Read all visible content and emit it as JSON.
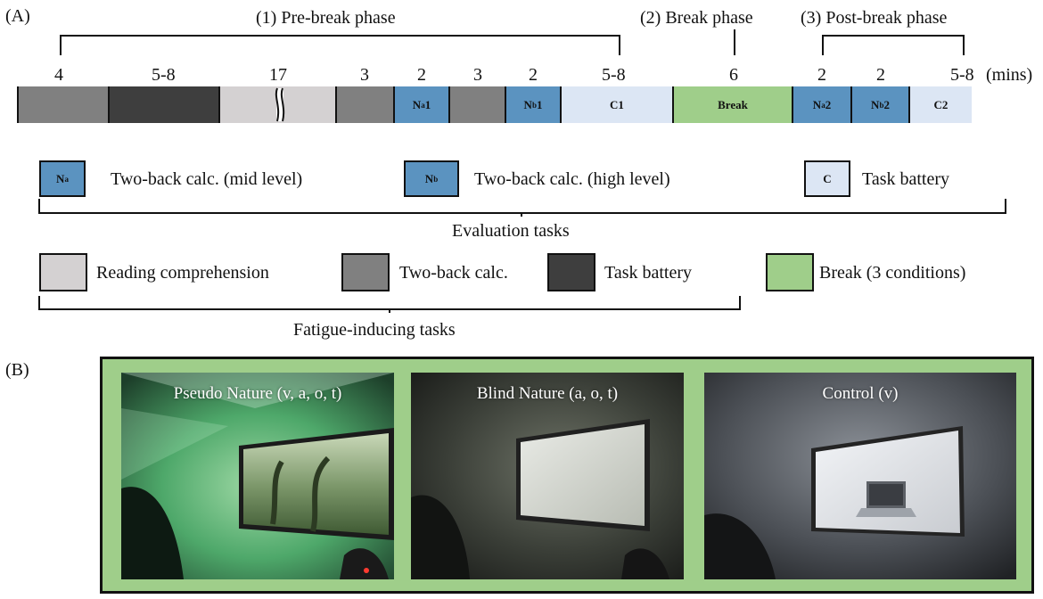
{
  "panel_a": {
    "label": "(A)",
    "phases": {
      "pre": "(1) Pre-break phase",
      "break": "(2) Break phase",
      "post": "(3) Post-break phase"
    },
    "durations": [
      "4",
      "5-8",
      "17",
      "3",
      "2",
      "3",
      "2",
      "5-8",
      "6",
      "2",
      "2",
      "5-8"
    ],
    "unit": "(mins)",
    "timeline": {
      "na1": {
        "main": "N",
        "sub": "a",
        "suffix": "1"
      },
      "nb1": {
        "main": "N",
        "sub": "b",
        "suffix": "1"
      },
      "c1": "C1",
      "break": "Break",
      "na2": {
        "main": "N",
        "sub": "a",
        "suffix": "2"
      },
      "nb2": {
        "main": "N",
        "sub": "b",
        "suffix": "2"
      },
      "c2": "C2"
    },
    "evaluation_legend": {
      "na": {
        "swatch_main": "N",
        "swatch_sub": "a",
        "text": "Two-back calc. (mid level)"
      },
      "nb": {
        "swatch_main": "N",
        "swatch_sub": "b",
        "text": "Two-back calc. (high level)"
      },
      "c": {
        "swatch": "C",
        "text": "Task battery"
      },
      "group_label": "Evaluation tasks"
    },
    "fatigue_legend": {
      "reading": "Reading comprehension",
      "twoback": "Two-back calc.",
      "battery": "Task battery",
      "break": "Break (3 conditions)",
      "group_label": "Fatigue-inducing tasks"
    },
    "colors": {
      "reading": "#d4d1d2",
      "twoback": "#808080",
      "battery": "#3e3e3e",
      "eval_n": "#5b93c0",
      "eval_c": "#dce6f4",
      "break": "#9fce8a"
    }
  },
  "panel_b": {
    "label": "(B)",
    "frame_color": "#9fce8a",
    "photos": [
      {
        "label": "Pseudo Nature (v, a, o, t)"
      },
      {
        "label": "Blind Nature (a, o, t)"
      },
      {
        "label": "Control (v)"
      }
    ]
  }
}
